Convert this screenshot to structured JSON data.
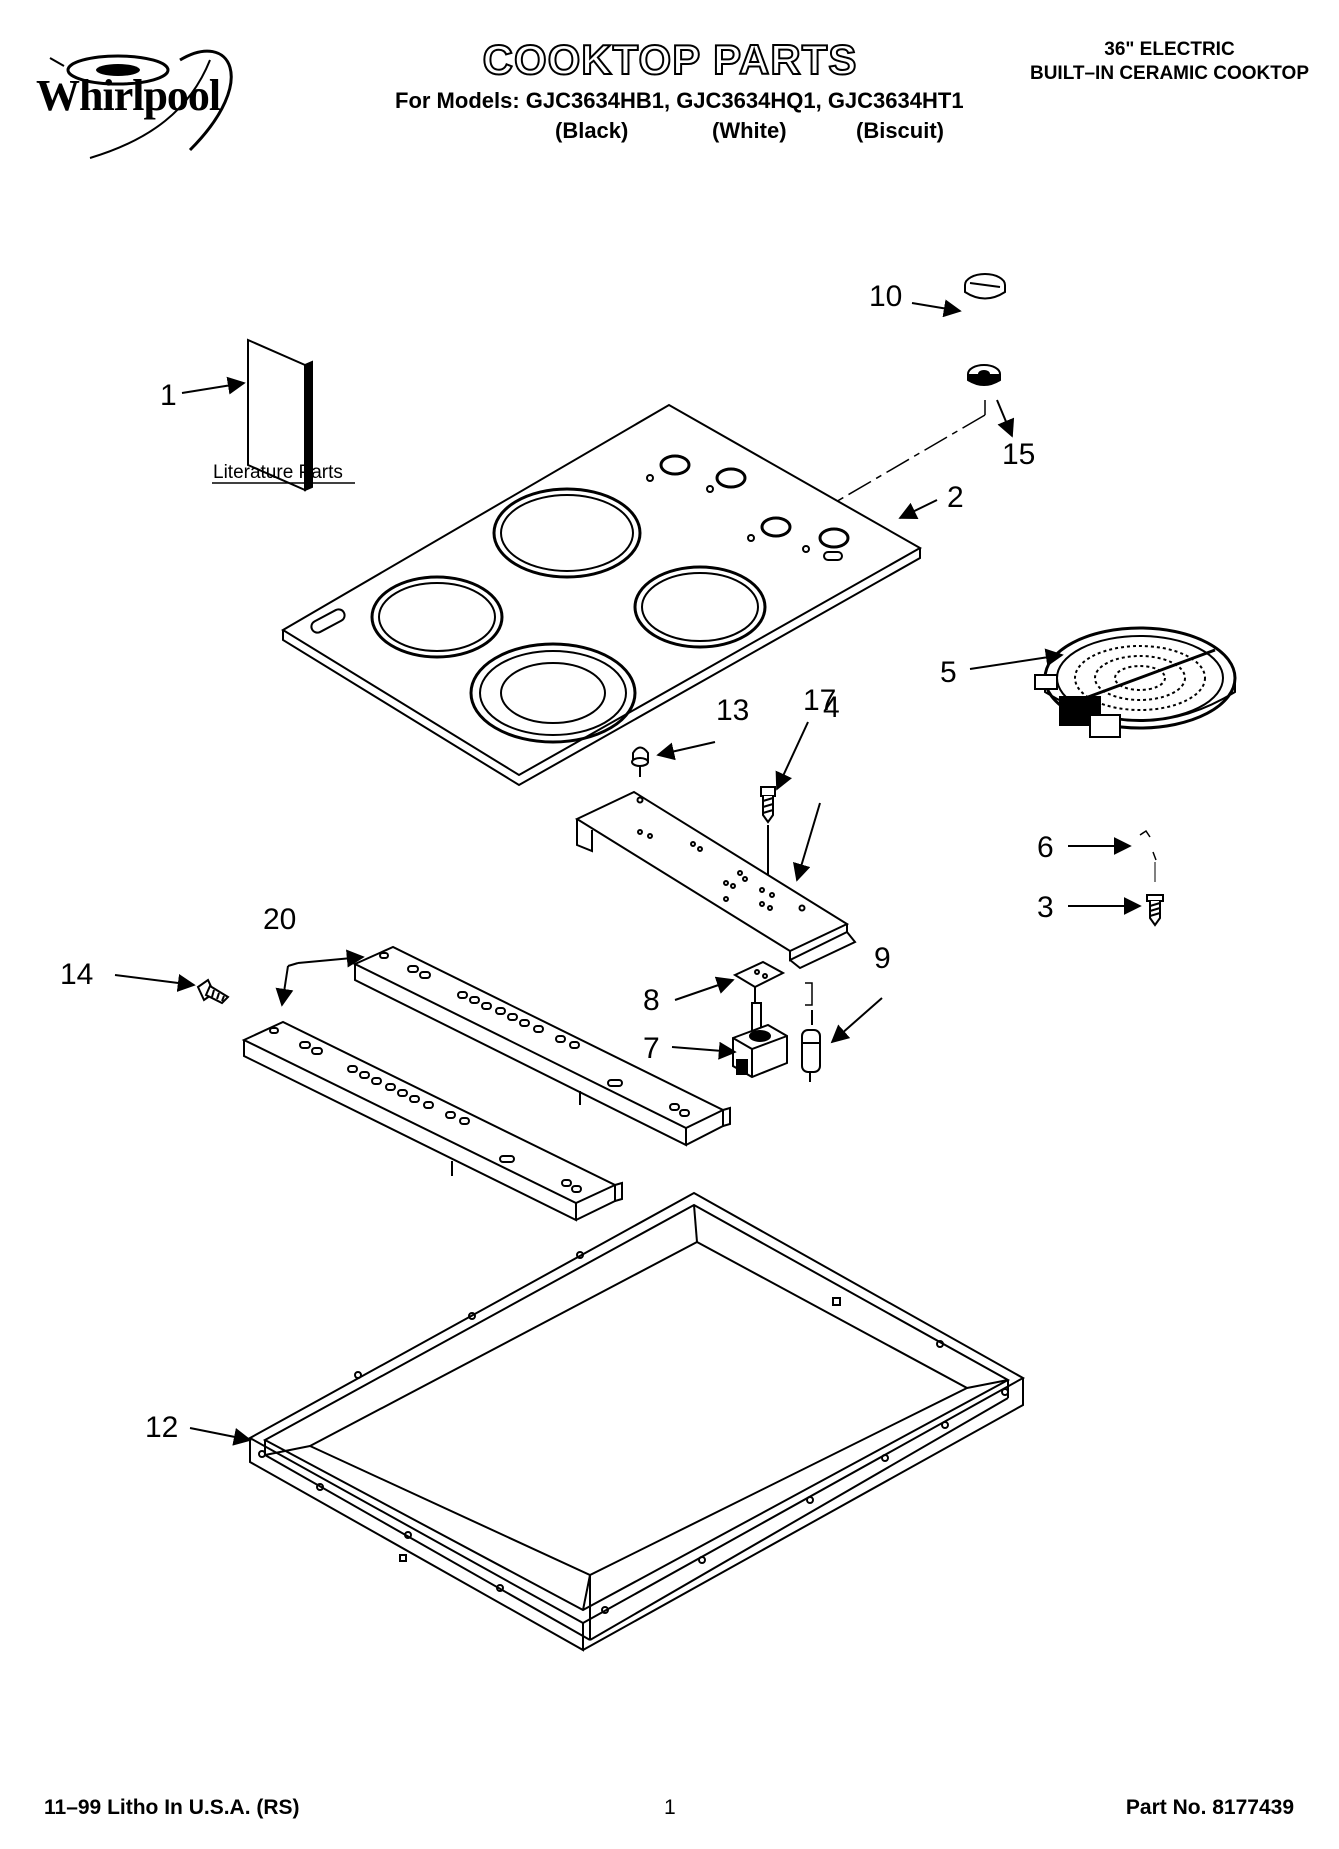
{
  "header": {
    "brand": "Whirlpool",
    "title": "COOKTOP PARTS",
    "models_line": "For Models: GJC3634HB1, GJC3634HQ1, GJC3634HT1",
    "variants": [
      "(Black)",
      "(White)",
      "(Biscuit)"
    ],
    "product_line1": "36\" ELECTRIC",
    "product_line2": "BUILT–IN CERAMIC COOKTOP"
  },
  "literature_label": "Literature Parts",
  "callouts": [
    "1",
    "2",
    "3",
    "4",
    "5",
    "6",
    "7",
    "8",
    "9",
    "10",
    "12",
    "13",
    "14",
    "15",
    "17",
    "20"
  ],
  "footer": {
    "litho": "11–99 Litho In U.S.A. (RS)",
    "page": "1",
    "part_no": "Part No. 8177439"
  }
}
